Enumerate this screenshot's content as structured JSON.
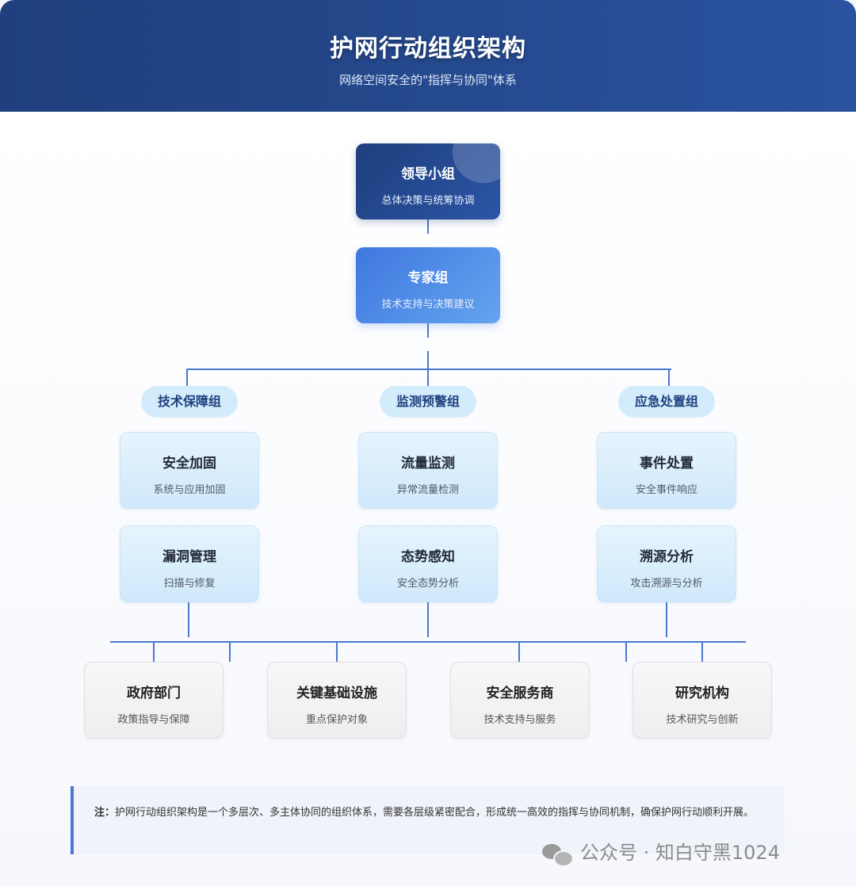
{
  "header": {
    "title": "护网行动组织架构",
    "subtitle": "网络空间安全的\"指挥与协同\"体系"
  },
  "leadership": {
    "title": "领导小组",
    "desc": "总体决策与统筹协调"
  },
  "expert": {
    "title": "专家组",
    "desc": "技术支持与决策建议"
  },
  "groups": [
    {
      "name": "技术保障组",
      "items": [
        {
          "title": "安全加固",
          "desc": "系统与应用加固"
        },
        {
          "title": "漏洞管理",
          "desc": "扫描与修复"
        }
      ]
    },
    {
      "name": "监测预警组",
      "items": [
        {
          "title": "流量监测",
          "desc": "异常流量检测"
        },
        {
          "title": "态势感知",
          "desc": "安全态势分析"
        }
      ]
    },
    {
      "name": "应急处置组",
      "items": [
        {
          "title": "事件处置",
          "desc": "安全事件响应"
        },
        {
          "title": "溯源分析",
          "desc": "攻击溯源与分析"
        }
      ]
    }
  ],
  "organizations": [
    {
      "title": "政府部门",
      "desc": "政策指导与保障"
    },
    {
      "title": "关键基础设施",
      "desc": "重点保护对象"
    },
    {
      "title": "安全服务商",
      "desc": "技术支持与服务"
    },
    {
      "title": "研究机构",
      "desc": "技术研究与创新"
    }
  ],
  "note": {
    "label": "注：",
    "text": "护网行动组织架构是一个多层次、多主体协同的组织体系，需要各层级紧密配合，形成统一高效的指挥与协同机制，确保护网行动顺利开展。"
  },
  "watermark": {
    "text": "公众号 · 知白守黑1024",
    "icon": "wechat-icon"
  },
  "colors": {
    "header": "#1f3f7d",
    "expert": "#3f78df",
    "connector": "#4a78d0",
    "pill": "#d3ecfb",
    "sub_box": "#dff1fc",
    "org_box": "#f2f2f2"
  }
}
